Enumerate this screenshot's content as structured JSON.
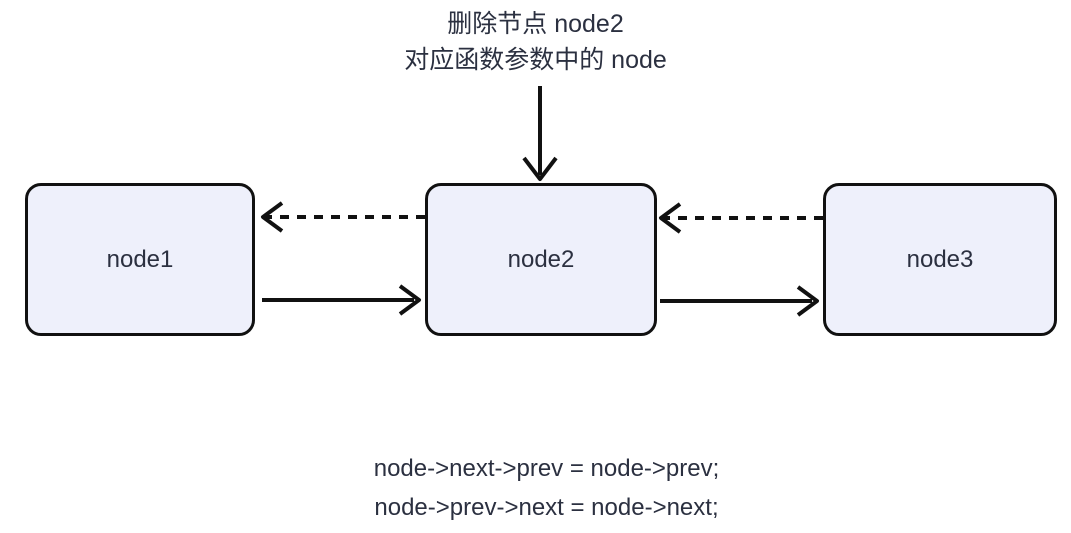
{
  "title": {
    "line1": "删除节点 node2",
    "line2": "对应函数参数中的 node"
  },
  "nodes": [
    {
      "label": "node1"
    },
    {
      "label": "node2"
    },
    {
      "label": "node3"
    }
  ],
  "edges": [
    {
      "from": "node2",
      "to": "node1",
      "style": "dashed",
      "direction": "left",
      "meaning": "prev-pointer"
    },
    {
      "from": "node3",
      "to": "node2",
      "style": "dashed",
      "direction": "left",
      "meaning": "prev-pointer"
    },
    {
      "from": "node1",
      "to": "node2",
      "style": "solid",
      "direction": "right",
      "meaning": "next-pointer"
    },
    {
      "from": "node2",
      "to": "node3",
      "style": "solid",
      "direction": "right",
      "meaning": "next-pointer"
    },
    {
      "from": "annotation",
      "to": "node2",
      "style": "solid",
      "direction": "down",
      "meaning": "points-to-deleted-node"
    }
  ],
  "code": {
    "line1": "node->next->prev = node->prev;",
    "line2": "node->prev->next = node->next;"
  },
  "colors": {
    "background": "#ffffff",
    "node_fill": "#eef0fb",
    "stroke": "#111111",
    "text": "#2b3040"
  }
}
